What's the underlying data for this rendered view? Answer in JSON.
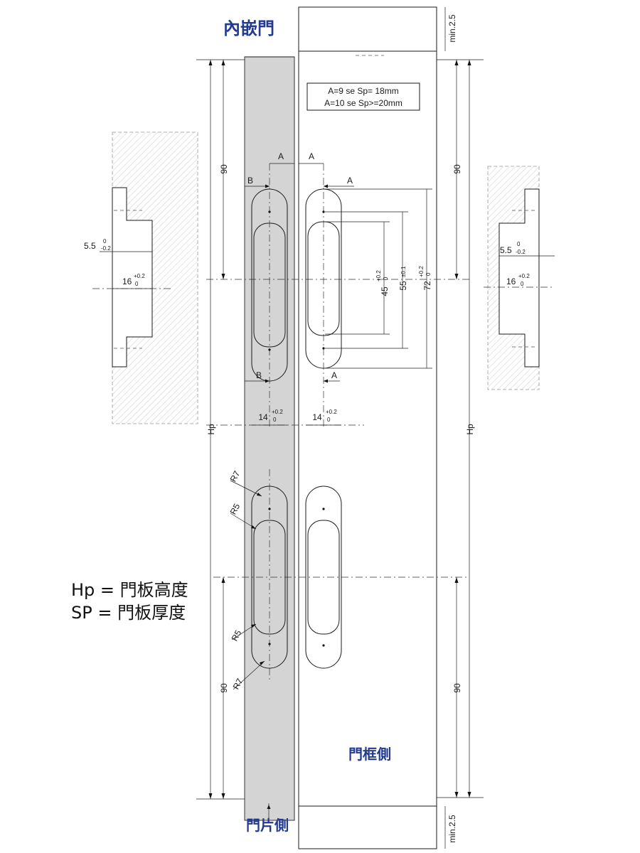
{
  "title": "內嵌門",
  "frame_side_label": "門框側",
  "door_side_label": "門片側",
  "legend": {
    "hp": "Hp = 門板高度",
    "sp": "SP = 門板厚度"
  },
  "note_box": {
    "line1": "A=9 se Sp= 18mm",
    "line2": "A=10 se Sp>=20mm"
  },
  "dims": {
    "min_top": "min.2.5",
    "min_bottom": "min.2.5",
    "ninety_lt": "90",
    "ninety_rt": "90",
    "ninety_lb": "90",
    "ninety_rb": "90",
    "hp_left": "Hp",
    "hp_right": "Hp",
    "a1": "A",
    "a2": "A",
    "a3": "A",
    "a4": "A",
    "b1": "B",
    "b2": "B",
    "d45": "45",
    "d45_tol_up": "+0.2",
    "d45_tol_lo": "0",
    "d55": "55",
    "d55_tol": "±0.1",
    "d72": "72",
    "d72_tol_up": "+0.2",
    "d72_tol_lo": "0",
    "d14_left": "14",
    "d14_left_up": "+0.2",
    "d14_left_lo": "0",
    "d14_right": "14",
    "d14_right_up": "+0.2",
    "d14_right_lo": "0",
    "d55_left": "5.5",
    "d55_left_up": "0",
    "d55_left_lo": "-0.2",
    "d16_left": "16",
    "d16_left_up": "+0.2",
    "d16_left_lo": "0",
    "d55_right": "5.5",
    "d55_right_up": "0",
    "d55_right_lo": "-0.2",
    "d16_right": "16",
    "d16_right_up": "+0.2",
    "d16_right_lo": "0",
    "r7_top": "R7",
    "r5_top": "R5",
    "r5_bot": "R5",
    "r7_bot": "R7"
  },
  "colors": {
    "door_fill": "#d4d4d4",
    "label_blue": "#233a8e"
  }
}
